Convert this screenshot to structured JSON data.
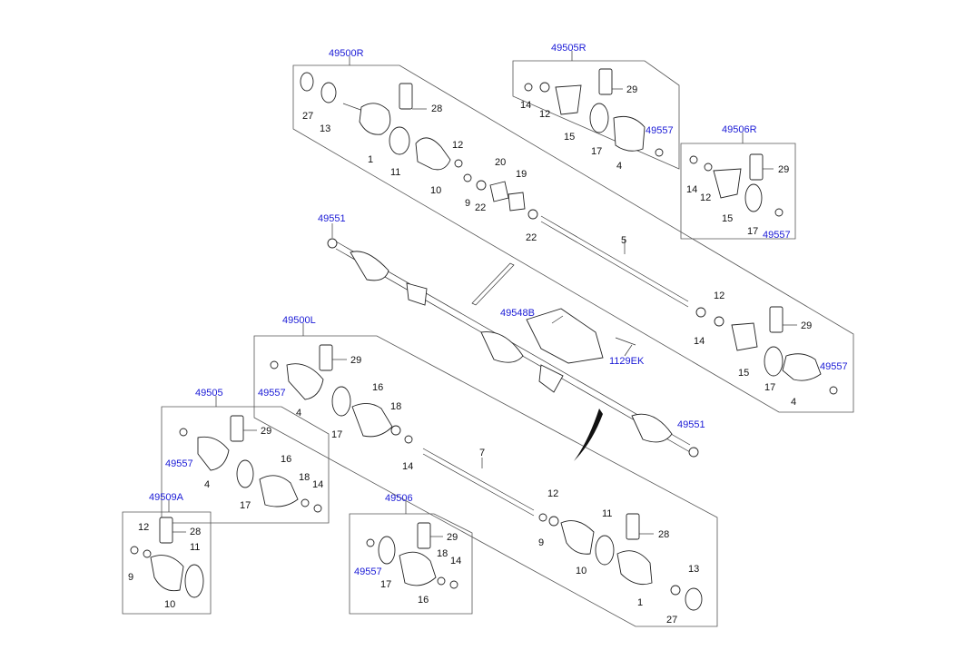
{
  "diagram": {
    "refs": {
      "r49500R": "49500R",
      "r49505R": "49505R",
      "r49506R": "49506R",
      "r49551a": "49551",
      "r49548B": "49548B",
      "r1129EK": "1129EK",
      "r49500L": "49500L",
      "r49505": "49505",
      "r49509A": "49509A",
      "r49506": "49506",
      "r49551b": "49551",
      "r49557a": "49557",
      "r49557b": "49557",
      "r49557c": "49557",
      "r49557d": "49557",
      "r49557e": "49557",
      "r49557f": "49557"
    },
    "labels": {
      "n27a": "27",
      "n13a": "13",
      "n1a": "1",
      "n28a": "28",
      "n11a": "11",
      "n10a": "10",
      "n12a": "12",
      "n9a": "9",
      "n22a": "22",
      "n20": "20",
      "n19": "19",
      "n22b": "22",
      "n5": "5",
      "n14a": "14",
      "n12b": "12",
      "n15a": "15",
      "n29a": "29",
      "n17a": "17",
      "n4a": "4",
      "n14b": "14",
      "n12c": "12",
      "n15b": "15",
      "n29b": "29",
      "n17b": "17",
      "n12d": "12",
      "n14c": "14",
      "n29c": "29",
      "n15c": "15",
      "n17c": "17",
      "n4b": "4",
      "n29d": "29",
      "n4c": "4",
      "n16a": "16",
      "n18a": "18",
      "n17d": "17",
      "n14d": "14",
      "n7": "7",
      "n29e": "29",
      "n4d": "4",
      "n16b": "16",
      "n17e": "17",
      "n18b": "18",
      "n14e": "14",
      "n12e": "12",
      "n28b": "28",
      "n9b": "9",
      "n11b": "11",
      "n10b": "10",
      "n29f": "29",
      "n17f": "17",
      "n16c": "16",
      "n18c": "18",
      "n14f": "14",
      "n12f": "12",
      "n9c": "9",
      "n11c": "11",
      "n28c": "28",
      "n10c": "10",
      "n1b": "1",
      "n13b": "13",
      "n27b": "27"
    }
  }
}
